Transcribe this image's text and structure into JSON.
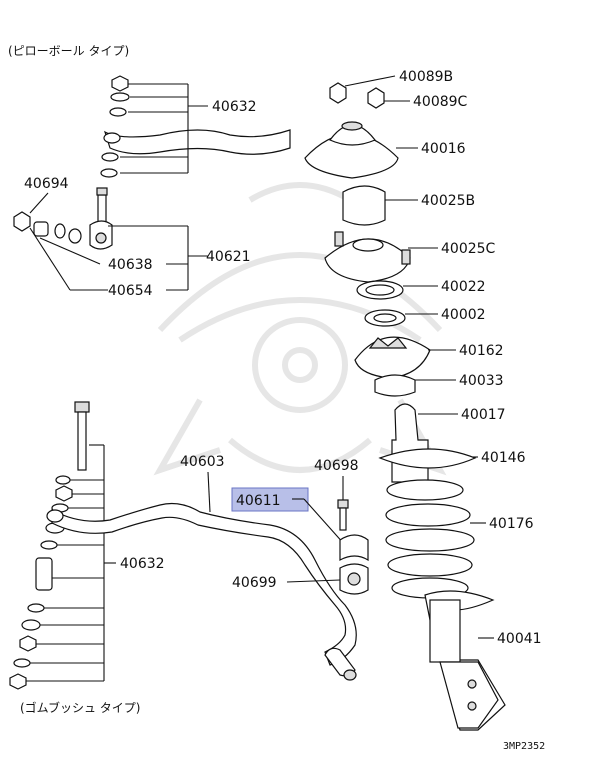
{
  "labels": {
    "pillow_ball_type": "(ピローボール タイプ)",
    "rubber_bush_type": "(ゴムブッシュ タイプ)",
    "drawing_code": "3MP2352"
  },
  "parts": {
    "p40089B": "40089B",
    "p40089C": "40089C",
    "p40016": "40016",
    "p40025B": "40025B",
    "p40025C": "40025C",
    "p40022": "40022",
    "p40002": "40002",
    "p40162": "40162",
    "p40033": "40033",
    "p40017": "40017",
    "p40146": "40146",
    "p40176": "40176",
    "p40041": "40041",
    "p40632_top": "40632",
    "p40694": "40694",
    "p40621": "40621",
    "p40638": "40638",
    "p40654": "40654",
    "p40603": "40603",
    "p40698": "40698",
    "p40611": "40611",
    "p40699": "40699",
    "p40632_bottom": "40632"
  },
  "highlight": {
    "color": "#b8bfe8",
    "border": "#6a74c4",
    "part": "40611"
  }
}
